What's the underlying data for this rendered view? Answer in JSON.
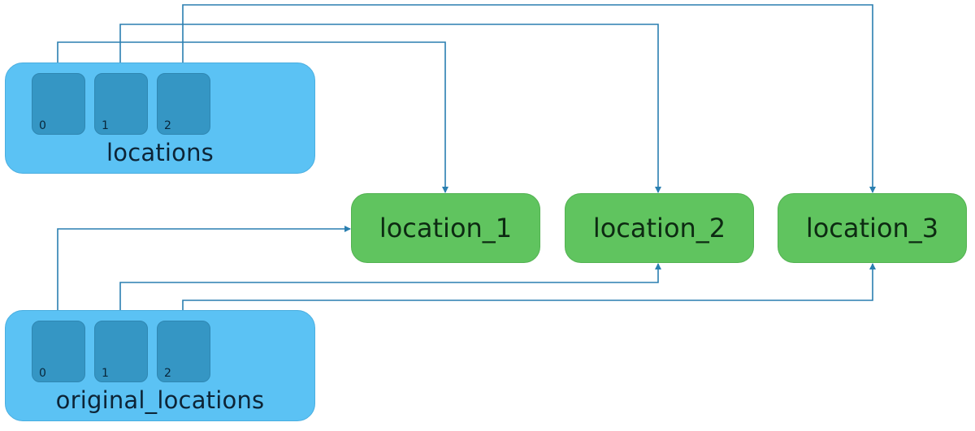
{
  "colors": {
    "list_box": "#5bc2f4",
    "slot": "#3596c4",
    "object_box": "#60c45f",
    "arrow": "#2a7fb0"
  },
  "lists": {
    "top": {
      "label": "locations",
      "indices": [
        "0",
        "1",
        "2"
      ]
    },
    "bottom": {
      "label": "original_locations",
      "indices": [
        "0",
        "1",
        "2"
      ]
    }
  },
  "objects": [
    "location_1",
    "location_2",
    "location_3"
  ]
}
